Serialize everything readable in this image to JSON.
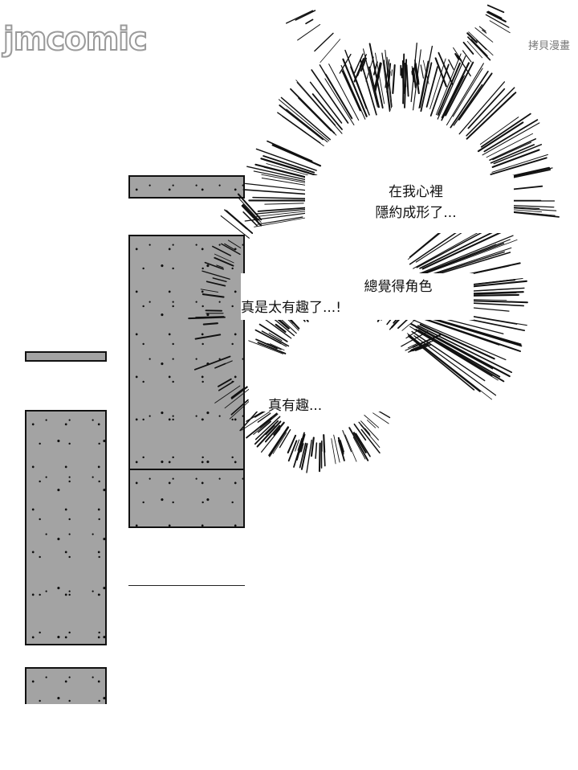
{
  "logo": {
    "text": "jmcomic"
  },
  "watermark": {
    "text": "拷貝漫畫"
  },
  "captions": {
    "line1a": "在我心裡",
    "line1b": "隱約成形了...",
    "line2": "總覺得角色",
    "line3": "真是太有趣了...!",
    "line4": "真有趣..."
  },
  "colors": {
    "screentone": "#a3a3a3",
    "ink": "#111111",
    "paper": "#ffffff"
  }
}
